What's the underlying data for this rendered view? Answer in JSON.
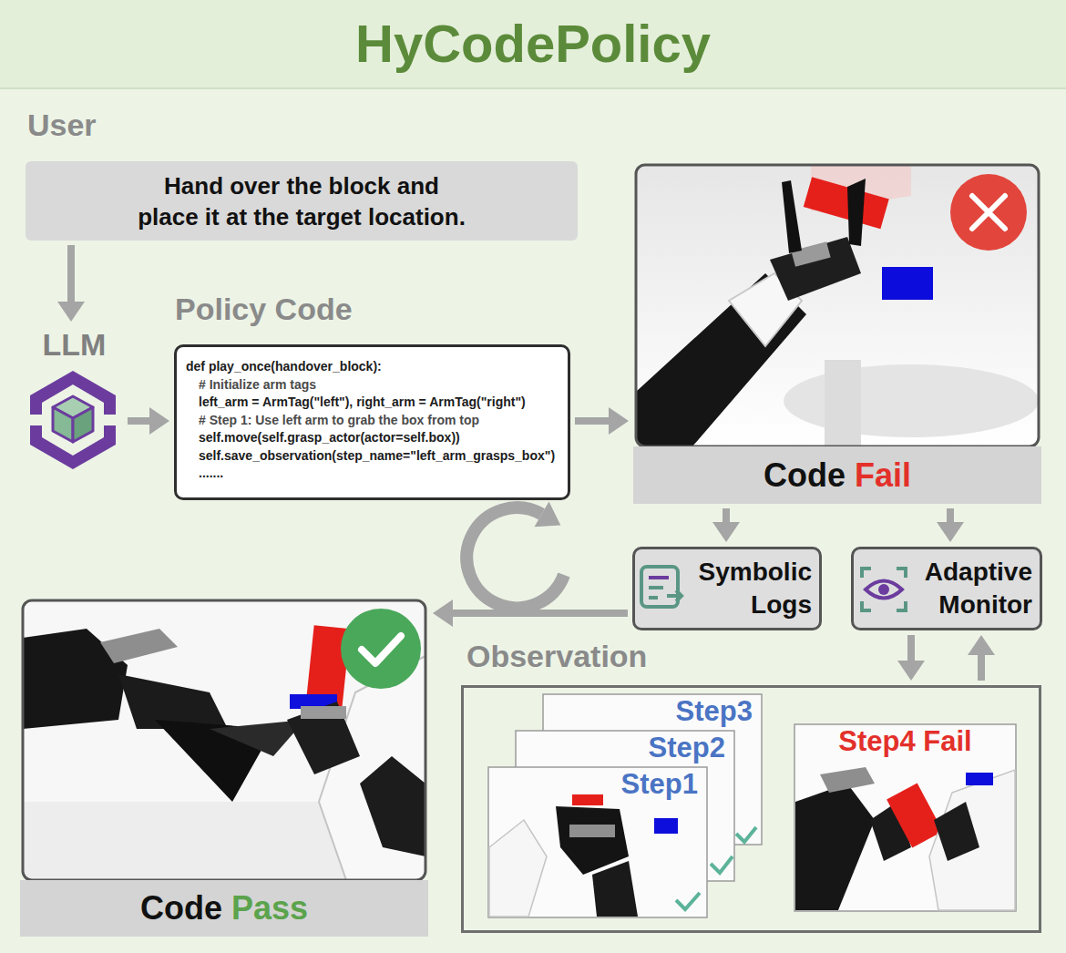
{
  "diagram": {
    "title": "HyCodePolicy",
    "nodes": [
      {
        "text": [
          "User",
          "Hand over the block and place it at the target location."
        ]
      },
      {
        "text": [
          "LLM"
        ]
      },
      {
        "text": [
          "Policy Code",
          "def play_once(handover_block):",
          "# Initialize arm tags",
          "left_arm = ArmTag(\"left\"), right_arm = ArmTag(\"right\")",
          "# Step 1: Use left arm to grab the box from top",
          "self.move(self.grasp_actor(actor=self.box))",
          "self.save_observation(step_name=\"left_arm_grasps_box\")",
          "......."
        ]
      },
      {
        "text": [
          "Code",
          "Fail"
        ]
      },
      {
        "text": [
          "Symbolic Logs"
        ]
      },
      {
        "text": [
          "Adaptive Monitor"
        ]
      },
      {
        "text": [
          "Observation"
        ]
      },
      {
        "text": [
          "Step1"
        ],
        "in": 6
      },
      {
        "text": [
          "Step2"
        ],
        "in": 6
      },
      {
        "text": [
          "Step3"
        ],
        "in": 6
      },
      {
        "text": [
          "Step4 Fail"
        ],
        "in": 6
      },
      {
        "text": [
          "Code",
          "Pass"
        ]
      }
    ],
    "edges": [
      {
        "from": 0,
        "to": 1,
        "arrow": "to"
      },
      {
        "from": 1,
        "to": 2,
        "arrow": "to"
      },
      {
        "from": 2,
        "to": 3,
        "arrow": "to"
      },
      {
        "from": 3,
        "to": 4,
        "arrow": "to"
      },
      {
        "from": 3,
        "to": 5,
        "arrow": "to"
      },
      {
        "from": 5,
        "to": 6,
        "arrow": "to"
      },
      {
        "from": 6,
        "to": 5,
        "arrow": "to"
      },
      {
        "from": 4,
        "to": 11,
        "arrow": "to"
      }
    ]
  }
}
